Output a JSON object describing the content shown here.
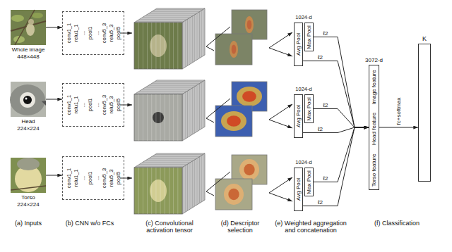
{
  "diagram": {
    "nodes": [
      {
        "text": [
          "Whole image",
          "448×448"
        ]
      },
      {
        "text": [
          "conv1_1",
          "relu1_1",
          "...",
          "pool1",
          "...",
          "conv5_3",
          "relu5_3",
          "pool5"
        ]
      },
      {
        "text": [
          "Avg Pool"
        ]
      },
      {
        "text": [
          "Max Pool"
        ]
      },
      {
        "text": [
          "Head",
          "224×224"
        ]
      },
      {
        "text": [
          "conv1_1",
          "relu1_1",
          "...",
          "pool1",
          "...",
          "conv5_3",
          "relu5_3",
          "pool5"
        ]
      },
      {
        "text": [
          "Avg Pool"
        ]
      },
      {
        "text": [
          "Max Pool"
        ]
      },
      {
        "text": [
          "Torso",
          "224×224"
        ]
      },
      {
        "text": [
          "conv1_1",
          "relu1_1",
          "...",
          "pool1",
          "...",
          "conv5_3",
          "relu5_3",
          "pool5"
        ]
      },
      {
        "text": [
          "Avg Pool"
        ]
      },
      {
        "text": [
          "Max Pool"
        ]
      },
      {
        "text": [
          "3072-d",
          "Image feature",
          "Head feature",
          "Torso feature"
        ]
      },
      {
        "text": [
          "K"
        ]
      }
    ],
    "edges": [
      {
        "from": 0,
        "to": 1,
        "arrow": "to"
      },
      {
        "from": 4,
        "to": 5,
        "arrow": "to"
      },
      {
        "from": 8,
        "to": 9,
        "arrow": "to"
      },
      {
        "from": 2,
        "to": 12,
        "label": "ℓ2",
        "arrow": "to"
      },
      {
        "from": 3,
        "to": 12,
        "label": "ℓ2",
        "arrow": "to"
      },
      {
        "from": 6,
        "to": 12,
        "label": "ℓ2",
        "arrow": "to"
      },
      {
        "from": 7,
        "to": 12,
        "label": "ℓ2",
        "arrow": "to"
      },
      {
        "from": 10,
        "to": 12,
        "label": "ℓ2",
        "arrow": "to"
      },
      {
        "from": 11,
        "to": 12,
        "label": "ℓ2",
        "arrow": "to"
      },
      {
        "from": 12,
        "to": 13,
        "label": "fc+softmax",
        "arrow": "to"
      }
    ],
    "labels": [
      "1024-d",
      "1024-d",
      "1024-d",
      "(a) Inputs",
      "(b) CNN w/o FCs",
      "(c) Convolutional activation tensor",
      "(d) Descriptor selection",
      "(e) Weighted aggregation and concatenation",
      "(f) Classification"
    ]
  }
}
